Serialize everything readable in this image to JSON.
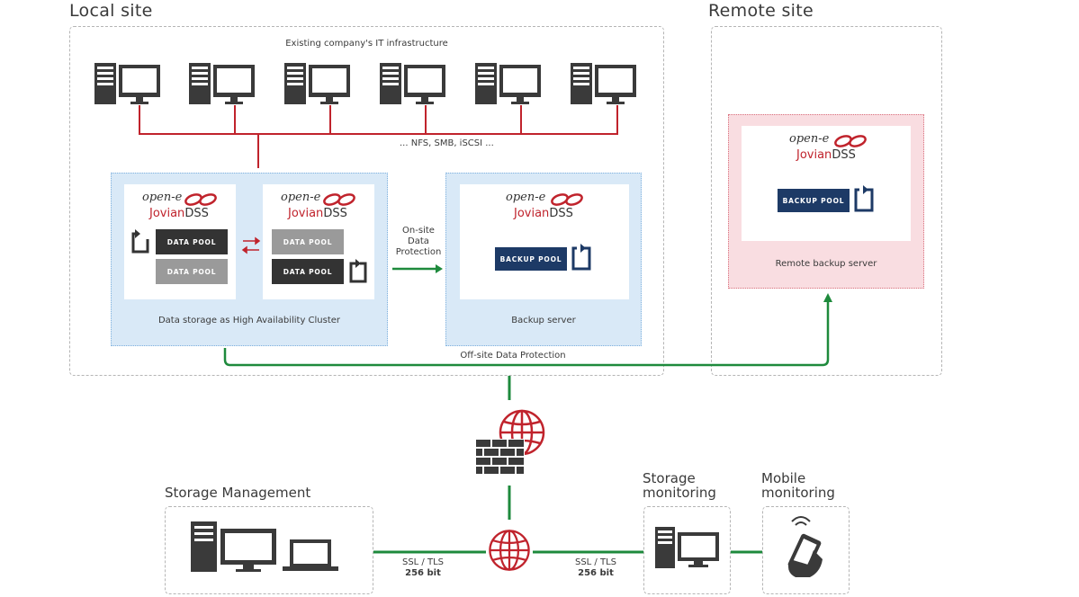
{
  "local_site": {
    "title": "Local site",
    "infra_caption": "Existing company's IT infrastructure",
    "protocols": "... NFS, SMB, iSCSI ..."
  },
  "remote_site": {
    "title": "Remote site",
    "caption": "Remote backup server"
  },
  "logo": {
    "top": "open-e",
    "jovian": "Jovian",
    "dss": "DSS"
  },
  "cluster": {
    "caption": "Data storage as High Availability Cluster",
    "node1_pools": [
      "DATA POOL",
      "DATA POOL"
    ],
    "node2_pools": [
      "DATA POOL",
      "DATA POOL"
    ]
  },
  "onsite": {
    "label_lines": [
      "On-site",
      "Data",
      "Protection"
    ]
  },
  "backup_server": {
    "caption": "Backup server",
    "pool": "BACKUP POOL"
  },
  "remote_pool": "BACKUP POOL",
  "offsite": {
    "label": "Off-site Data Protection"
  },
  "storage_management": {
    "title": "Storage Management"
  },
  "storage_monitoring": {
    "title_lines": [
      "Storage",
      "monitoring"
    ]
  },
  "mobile_monitoring": {
    "title_lines": [
      "Mobile",
      "monitoring"
    ]
  },
  "ssl_left": {
    "line1": "SSL / TLS",
    "line2": "256 bit"
  },
  "ssl_right": {
    "line1": "SSL / TLS",
    "line2": "256 bit"
  },
  "colors": {
    "red": "#c0232c",
    "green": "#1e8a3c",
    "navy": "#1d3a66",
    "dark": "#333333"
  }
}
